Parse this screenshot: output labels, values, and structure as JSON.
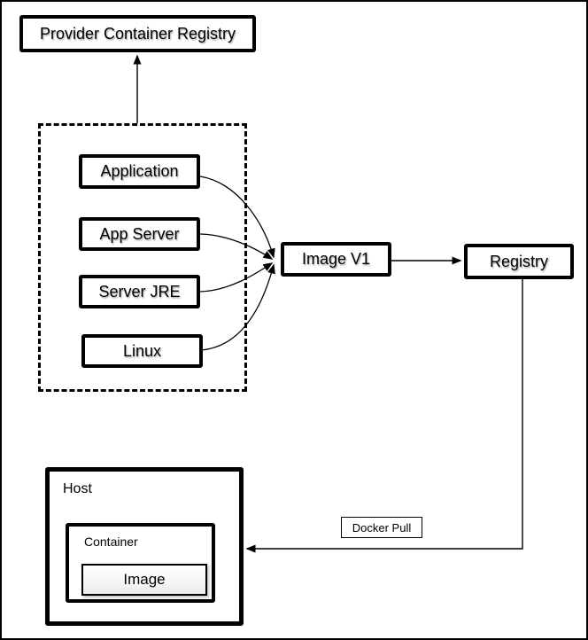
{
  "nodes": {
    "provider_registry": {
      "label": "Provider Container Registry"
    },
    "application": {
      "label": "Application"
    },
    "app_server": {
      "label": "App Server"
    },
    "server_jre": {
      "label": "Server JRE"
    },
    "linux": {
      "label": "Linux"
    },
    "image_v1": {
      "label": "Image V1"
    },
    "registry": {
      "label": "Registry"
    },
    "host": {
      "label": "Host"
    },
    "container": {
      "label": "Container"
    },
    "image": {
      "label": "Image"
    },
    "docker_pull": {
      "label": "Docker Pull"
    }
  },
  "edges": [
    {
      "from": "component_group",
      "to": "provider_registry",
      "style": "straight-arrow"
    },
    {
      "from": "application",
      "to": "image_v1",
      "style": "curved-arrow"
    },
    {
      "from": "app_server",
      "to": "image_v1",
      "style": "curved-arrow"
    },
    {
      "from": "server_jre",
      "to": "image_v1",
      "style": "curved-arrow"
    },
    {
      "from": "linux",
      "to": "image_v1",
      "style": "curved-arrow"
    },
    {
      "from": "image_v1",
      "to": "registry",
      "style": "straight-arrow"
    },
    {
      "from": "registry",
      "to": "host",
      "style": "elbow-arrow",
      "label": "Docker Pull"
    }
  ],
  "colors": {
    "line": "#000000",
    "box_border": "#000000",
    "background": "#ffffff"
  }
}
